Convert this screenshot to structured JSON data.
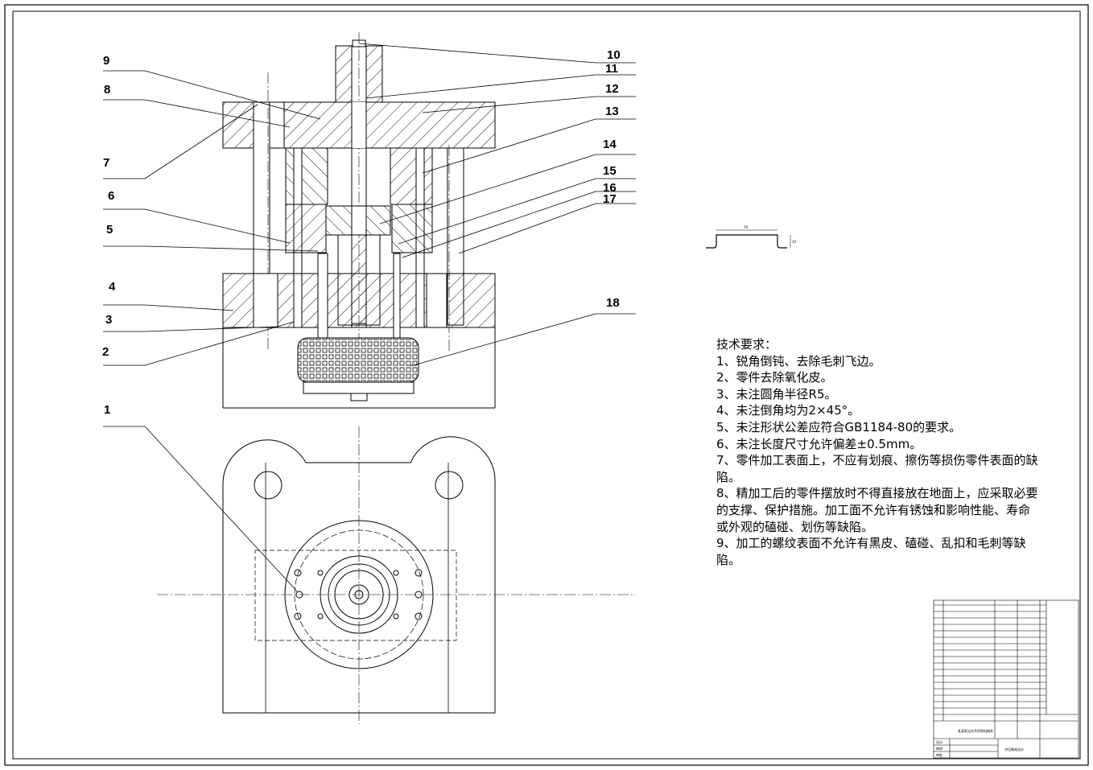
{
  "callouts": [
    "1",
    "2",
    "3",
    "4",
    "5",
    "6",
    "7",
    "8",
    "9",
    "10",
    "11",
    "12",
    "13",
    "14",
    "15",
    "16",
    "17",
    "18"
  ],
  "tech_requirements": {
    "title": "技术要求：",
    "items": [
      "1、锐角倒钝、去除毛刺飞边。",
      "2、零件去除氧化皮。",
      "3、未注圆角半径R5。",
      "4、未注倒角均为2×45°。",
      "5、未注形状公差应符合GB1184-80的要求。",
      "6、未注长度尺寸允许偏差±0.5mm。",
      "7、零件加工表面上，不应有划痕、擦伤等损伤零件表面的缺陷。",
      "8、精加工后的零件摆放时不得直接放在地面上，应采取必要的支撑、保护措施。加工面不允许有锈蚀和影响性能、寿命或外观的磕碰、划伤等缺陷。",
      "9、加工的螺纹表面不允许有黑皮、磕碰、乱扣和毛刺等缺陷。"
    ]
  },
  "part_sketch": {
    "dim_width": "70",
    "dim_height": "10"
  },
  "title_block": {
    "drawing_title": "冲压模具设计",
    "company": "某某职业技术学院机械系",
    "rows": [
      "设计",
      "审核",
      "审批"
    ]
  }
}
